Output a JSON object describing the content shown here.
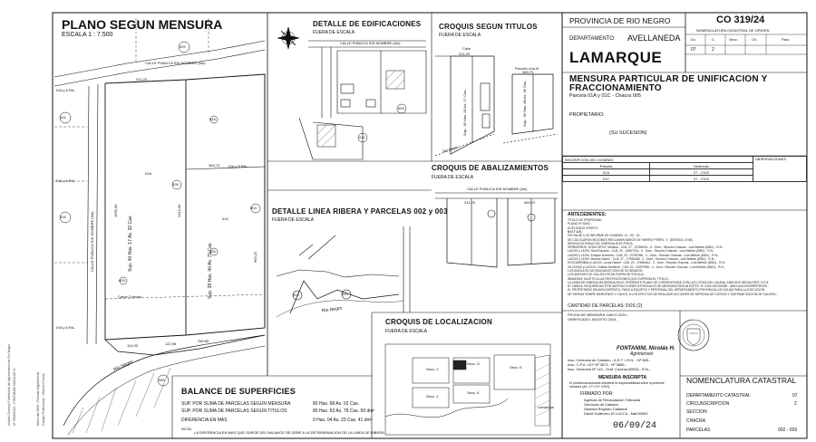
{
  "plano": {
    "title": "PLANO SEGUN MENSURA",
    "scale": "ESCALA 1 : 7.500",
    "dimension_top": "311,20",
    "mid_dimension": "369,73",
    "rows": [
      "D/A y 6 RA-",
      "D/A y 5 RA-",
      "D/A y 6 RA-",
      "D/A y 6 RA-"
    ],
    "street_top": "CALLE PUBLICA SIN NOMBRE (6m)",
    "street_side": "CALLE PUBLICA SIN NOMBRE (6m)",
    "lots": [
      "001",
      "002",
      "003",
      "004",
      "005",
      "006",
      "011",
      "012",
      "014",
      "018",
      "026",
      "028",
      "029",
      "033",
      "044",
      "050"
    ],
    "parcel_a": "Sup. 40 Has. 17 As. 32 Cas.",
    "parcel_b": "Sup. 38 Has. 40 As. 70 Cas.",
    "parcel_a_id": "01A",
    "parcel_b_id": "01C",
    "river": "Rio Negro",
    "dims_left": [
      "1695,00",
      "1645,26",
      "963,22",
      "1413,35",
      "1434,53"
    ],
    "dims_bottom": [
      "114,93",
      "122,56",
      "250,80",
      "125,59",
      "100,27"
    ],
    "canal": "Canal Colector"
  },
  "detalle_edificaciones": {
    "title": "DETALLE DE EDIFICACIONES",
    "subtitle": "FUERA DE ESCALA",
    "street": "CALLE PUBLICA SIN NOMBRE (6m)",
    "lots": [
      "003",
      "012"
    ]
  },
  "croquis_titulos": {
    "title": "CROQUIS SEGUN TITULOS",
    "subtitle": "FUERA DE ESCALA",
    "labels": [
      "Calle",
      "Parcela Uno-B",
      "Parcela Uno",
      "Rio Negro",
      "Canal"
    ],
    "dims": [
      "311,20",
      "369,73",
      "1654,20",
      "1420,74",
      "1411,35"
    ],
    "areas": [
      "Sup.: 40 Has. 90 As. 17 Cas.",
      "Sup.: 39 Has. 88 As. 55 Cas."
    ]
  },
  "croquis_abalizamientos": {
    "title": "CROQUIS DE ABALIZAMIENTOS",
    "subtitle": "FUERA DE ESCALA",
    "street": "CALLE PUBLICA SIN NOMBRE (6m)",
    "dims": [
      "311,20",
      "369,73"
    ]
  },
  "detalle_ribera": {
    "title": "DETALLE LINEA RIBERA Y PARCELAS 002 y 003",
    "subtitle": "FUERA DE ESCALA",
    "river": "Rio Negro",
    "lots": [
      "002",
      "003"
    ],
    "street": "CALLE PUBLICA SIN NOMBRE (6m)"
  },
  "croquis_localizacion": {
    "title": "CROQUIS DE LOCALIZACION",
    "subtitle": "FUERA DE ESCALA",
    "sections": [
      "Secc. C",
      "Secc. D",
      "Secc. E",
      "Secc. J",
      "Secc. K",
      "Secc. B"
    ],
    "place": "Lamarque"
  },
  "balance": {
    "title": "BALANCE DE SUPERFICIES",
    "rows": [
      {
        "label": "SUP. POR SUMA DE PARCELAS SEGUN MENSURA",
        "value": "80 Has. 68 As. 02 Cas."
      },
      {
        "label": "SUP. POR SUMA DE PARCELAS SEGUN TITULOS",
        "value": "80 Has. 63 As. 78 Cas. 59 dm²"
      },
      {
        "label": "DIFERENCIA EN MAS",
        "value": "0 Has. 04 As. 23 Cas. 41 dm²"
      }
    ],
    "nota_label": "NOTA:",
    "nota": "LA DIFERENCIA EN MAS QUE SURGE DEL BALANCE SE DEBE A LA DETERMINACION DE LA LINEA DE RIBERA"
  },
  "header": {
    "provincia": "PROVINCIA DE RIO NEGRO",
    "co_number": "CO  319/24",
    "nomenclatura_origen": "NOMENCLATURA CATASTRAL DE ORIGEN",
    "departamento_label": "DEPARTAMENTO:",
    "departamento": "AVELLANEDA",
    "localidad": "LAMARQUE",
    "nom_cols": [
      "Dc.",
      "C.",
      "Secc.",
      "Ch.",
      "Parc."
    ],
    "nom_vals": [
      "07",
      "2",
      "",
      "",
      ""
    ],
    "objeto": "MENSURA PARTICULAR DE UNIFICACION Y FRACCIONAMIENTO",
    "parcela_line": "Parcela 01A y 01C  -  Chacra 005",
    "propietario_label": "PROPIETARIO:",
    "propietario": "(SU SUCESION)"
  },
  "dominio": {
    "headers": [
      "INSCRIPCION DEL DOMINIO",
      "OBSERVACIONES"
    ],
    "cols": [
      "Parcela",
      "Matrícula"
    ],
    "rows": [
      [
        "01A",
        "07 - 2103"
      ],
      [
        "01C",
        "07 - 2103"
      ]
    ]
  },
  "antecedentes": {
    "title": "ANTECEDENTES:",
    "lines": [
      "TITULO DE PROPIEDAD",
      "PLANO Nº 52/62 -",
      "DUPLICADO Nº5237/1",
      "N O T A S :",
      "FECHA DE LOS INFORME DE DOMINIO: 11 - 03 - 24 -",
      "SE COLOCARON MOJONES REGLAMENTARIOS DE HIERRO PERFIL \"L\" (DIRESOL 4748) -",
      "SERVICIOS PUBLICOS: ENERGIA ELECTRICA.-",
      "HEREDEROS: LEON ORTIZ, Melania - CUIL 27 - 33786154 - 6 - Dom.: Sección Chacras - Luis Beltrán (8361) - R.N.-",
      "LAGOS y LEON, Raúl Eduardo - CUIL 20 - 10697154 - 5 - Dom.: Sección Chacras - Luis Beltrán (8361) - R.N.-",
      "LAGOS y LEON, Enrique Norberto - CUIL 20 - 21787960 - 4 - Dom.: Sección Chacras - Luis Beltrán (8361) - R.N.-",
      "LAGOS y LEON, Mónica Noemí - CUIL 27 - 17396438 - 2 - Dom.: Sección Chacras - Luis Beltrán (8361) - R.N.-",
      "ESTIGARRIBIA y LAGOS, Lucas Daniel - CUIL 20 - 37684441 - 3 - Dom.: Sección Chacras - Luis Beltrán (8361) - R.N.-",
      "VILLEGAS y LAGOS, Cristian Norberto - CUIL 20 - 31997985 - 4 - Dom.: Sección Chacras - Luis Beltrán (8361) - R.N.-",
      "LOS ANGULOS NO INDICADOS SON DE 90 GRADOS.-",
      "LOS ANCHOS DE CALLES ESTAN FUERA DE ESCALA.-",
      "INMUEBLE SUJETO A LAS RESTRICCIONES QUE EXPRESA EL TITULO.-",
      "LA LINEA DE RIBERA DELIMITADA EN EL PRESENTE PLANO SE CORRESPONDE CON LAS COTAS DEL CAUDAL 1600 M³/S SEGUN RES. D.P.A.",
      "Nº 1488/23, REQUERIDAS POR INSTRUCCIONES ESPECIALES DE MENSURA SEGUN EXPTE. Nº 2024-000192058 -  ADECUACION/PREPROPE.-",
      "EL PROPIETARIO DEJARA EXPEDITO, PASO A EQUIPOS Y PERSONAL DEL DEPARTAMENTO PROVINCIAL DE AGUAS PARA LA EJECUCION",
      "DE TAREAS SOBRE MARGENES Y CAUCE, A LOS EFECTOS DE REALIZAR ACCIONES DE DEFENSA DE COSTAS Y SISTEMATIZACION DE CAUCES.-"
    ]
  },
  "cantidad": {
    "label": "CANTIDAD DE PARCELAS:",
    "value": "DOS (2)"
  },
  "fechas": {
    "mensura": "FECHA DE MENSURA: MAYO 2024 -",
    "verificado": "VERIFICADO: AGOSTO 2024 -"
  },
  "profesional": {
    "name": "FONTANINI, Nicolás H.",
    "title": "Agrimensor",
    "lines": [
      "Insc. Gerencia de Catastro - A.R.T. • R.N. - Nº 805.-",
      "Insc. C.P.A. LEY Nº 3872 - Nº 3566 -",
      "Insc. Gerencia Nº 115 - Gral. Conesa (8503) - R.N.-"
    ]
  },
  "registro": {
    "title": "MENSURA INSCRIPTA",
    "text": "El profesional actuante mantiene la responsabilidad sobre la presente mensura (Art. 17º LEY 3.903)"
  },
  "firmado": {
    "label": "FIRMADO POR:",
    "lines": [
      "Agencia de Recaudación Tributaria",
      "Gerencia de Catastro",
      "Sistema Registro Catastral",
      "David Guillermo DI LUCCA - Mat.50000"
    ],
    "date": "06/09/24"
  },
  "nomenclatura": {
    "title": "NOMENCLATURA CATASTRAL",
    "rows": [
      {
        "label": "DEPARTAMENTO CATASTRAL",
        "value": "07"
      },
      {
        "label": "CIRCUNSCRIPCION",
        "value": "2"
      },
      {
        "label": "SECCION",
        "value": ""
      },
      {
        "label": "CHACRA",
        "value": ""
      },
      {
        "label": "PARCELAS",
        "value": "002 - 003"
      }
    ]
  },
  "side_notes": [
    "Visado Consejo Profesional de Agrimensura de Río Negro",
    "Nº 9568/2024 - FONTANINI NICOLAS H.",
    "Matrícula 3566 - Firmado Digitalmente",
    "Colegio Profesional - Visación Previa"
  ]
}
